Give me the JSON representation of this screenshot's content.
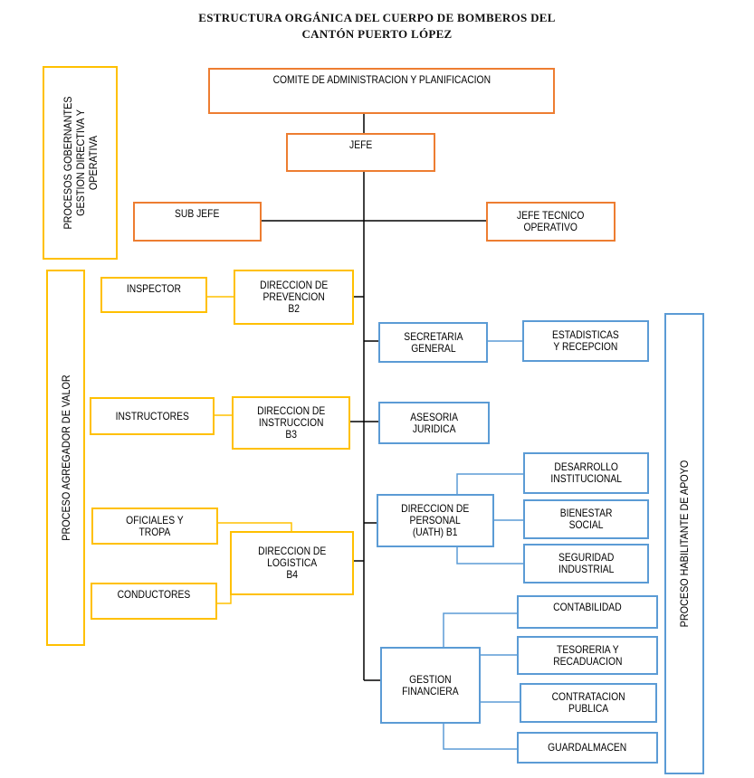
{
  "title": {
    "line1": "ESTRUCTURA ORGÁNICA DEL CUERPO DE BOMBEROS DEL",
    "line2": "CANTÓN PUERTO LÓPEZ"
  },
  "side_labels": {
    "gobernantes_line1": "PROCESOS GOBERNANTES",
    "gobernantes_line2": "GESTION DIRECTIVA Y",
    "gobernantes_line3": "OPERATIVA",
    "agregador": "PROCESO AGREGADOR DE VALOR",
    "habilitante": "PROCESO HABILITANTE DE APOYO"
  },
  "nodes": {
    "comite": "COMITE DE ADMINISTRACION Y PLANIFICACION",
    "jefe": "JEFE",
    "sub_jefe": "SUB JEFE",
    "jefe_tecnico": "JEFE TECNICO\nOPERATIVO",
    "inspector": "INSPECTOR",
    "dir_prevencion": "DIRECCION DE\nPREVENCION\nB2",
    "secretaria": "SECRETARIA\nGENERAL",
    "estadisticas": "ESTADISTICAS\nY RECEPCION",
    "instructores": "INSTRUCTORES",
    "dir_instruccion": "DIRECCION DE\nINSTRUCCION\nB3",
    "asesoria": "ASESORIA\nJURIDICA",
    "desarrollo": "DESARROLLO\nINSTITUCIONAL",
    "dir_personal": "DIRECCION DE\nPERSONAL\n(UATH) B1",
    "bienestar": "BIENESTAR\nSOCIAL",
    "seguridad": "SEGURIDAD\nINDUSTRIAL",
    "oficiales": "OFICIALES Y\nTROPA",
    "dir_logistica": "DIRECCION DE\nLOGISTICA\nB4",
    "conductores": "CONDUCTORES",
    "contabilidad": "CONTABILIDAD",
    "tesoreria": "TESORERIA Y\nRECADUACION",
    "gestion_financiera": "GESTION\nFINANCIERA",
    "contratacion": "CONTRATACION\nPUBLICA",
    "guardalmacen": "GUARDALMACEN"
  },
  "colors": {
    "orange": "#ED7D31",
    "yellow": "#FFC000",
    "blue": "#5B9BD5",
    "line": "#000000"
  }
}
